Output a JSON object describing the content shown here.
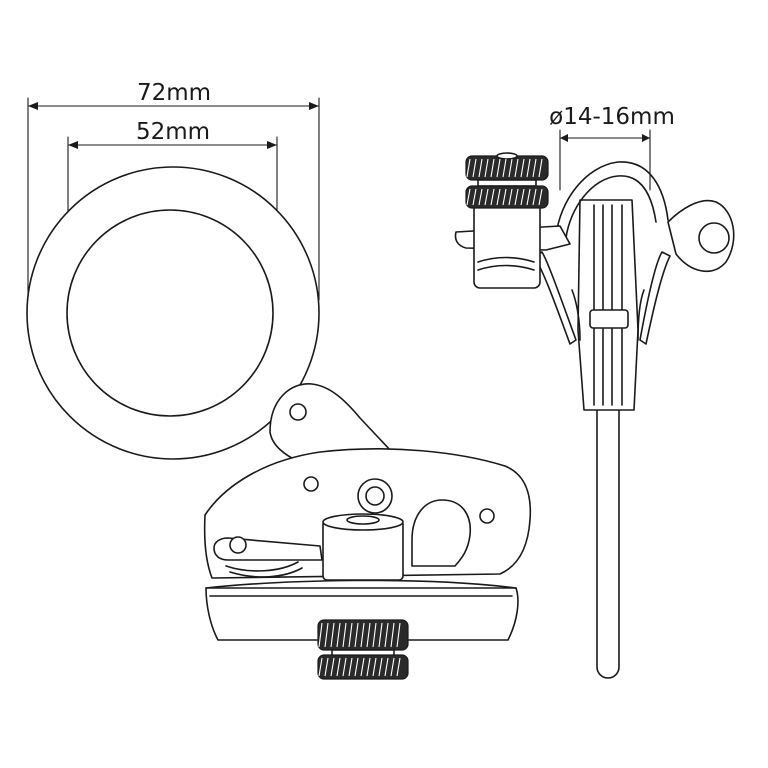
{
  "dimensions": {
    "outer_diameter": "72mm",
    "inner_diameter": "52mm",
    "rope_diameter": "ø14-16mm"
  },
  "colors": {
    "line": "#1a1a1a",
    "background": "#ffffff",
    "knurl_fill": "#2a2a2a"
  }
}
